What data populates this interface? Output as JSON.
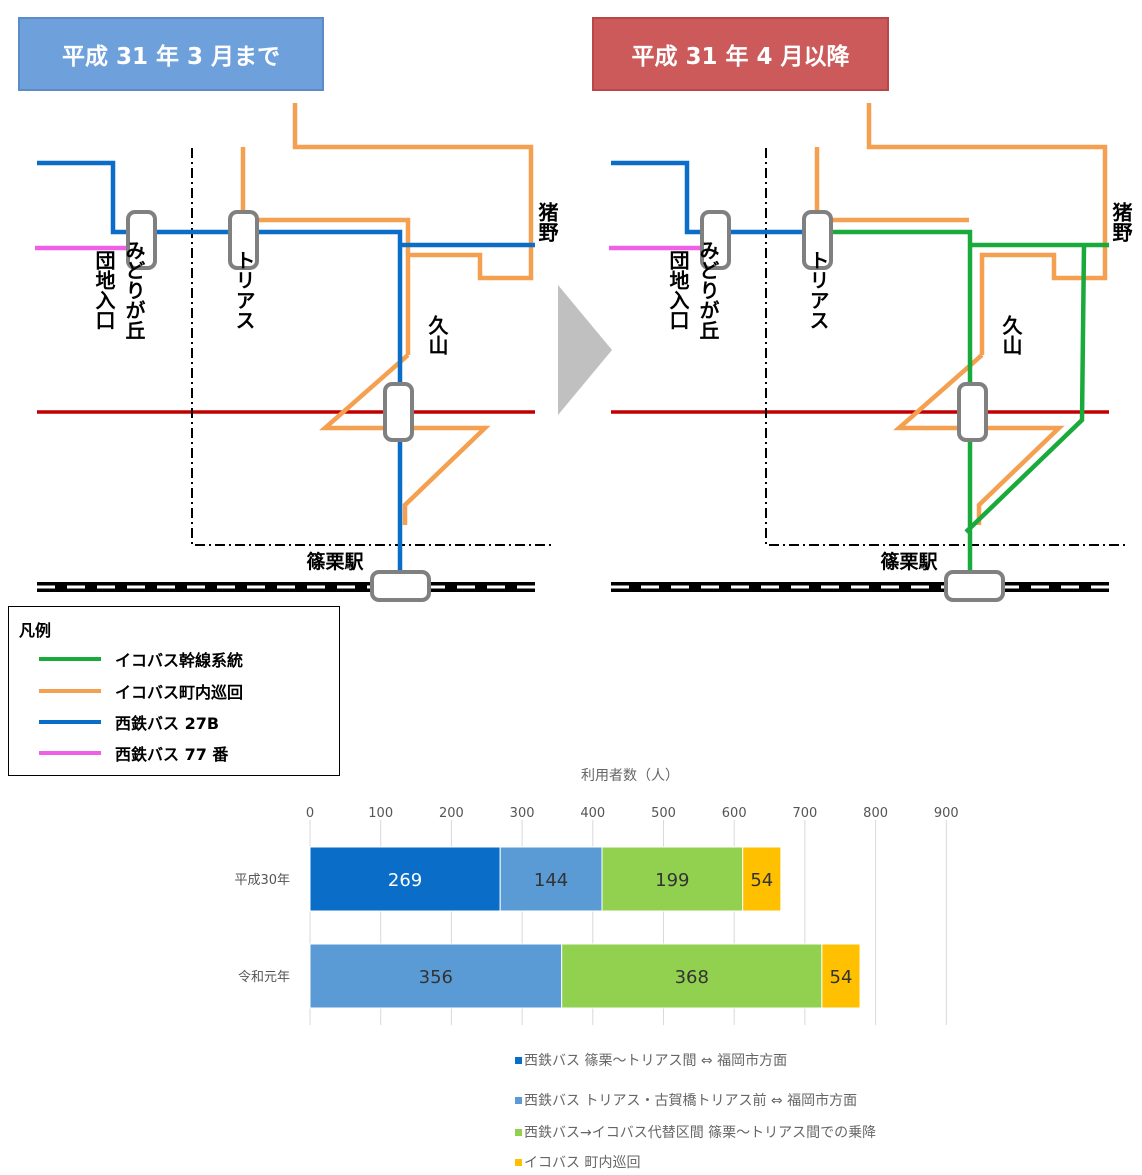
{
  "header_left": "平成 31 年 3 月まで",
  "header_right": "平成 31 年 4 月以降",
  "stops": {
    "midorigaoka": "みどりが丘",
    "danchi_iriguchi": "団地入口",
    "torias": "トリアス",
    "inono": "猪野",
    "kuyama": "久山",
    "sasaguri_station": "篠栗駅"
  },
  "colors": {
    "trunk": "#1aaa3c",
    "circulation": "#f5a050",
    "nishitetsu_27b": "#0a6ec8",
    "nishitetsu_77": "#f060e6",
    "road": "#c00000",
    "header_left": "#6ea0dc",
    "header_right": "#cd5a5a"
  },
  "legend": {
    "title": "凡例",
    "items": [
      {
        "label": "イコバス幹線系統",
        "color": "#1aaa3c"
      },
      {
        "label": "イコバス町内巡回",
        "color": "#f5a050"
      },
      {
        "label": "西鉄バス 27B",
        "color": "#0a6ec8"
      },
      {
        "label": "西鉄バス 77 番",
        "color": "#f060e6"
      }
    ]
  },
  "chart_data": {
    "type": "bar",
    "orientation": "horizontal",
    "stacked": true,
    "title": "利用者数（人）",
    "xlim": [
      0,
      900
    ],
    "xticks": [
      0,
      100,
      200,
      300,
      400,
      500,
      600,
      700,
      800,
      900
    ],
    "categories": [
      "平成30年",
      "令和元年"
    ],
    "series": [
      {
        "name": "西鉄バス 篠栗～トリアス間 ⇔ 福岡市方面",
        "color": "#0a6ec8",
        "values": [
          269,
          0
        ]
      },
      {
        "name": "西鉄バス トリアス・古賀橋トリアス前 ⇔ 福岡市方面",
        "color": "#5b9bd5",
        "values": [
          144,
          356
        ]
      },
      {
        "name": "西鉄バス→イコバス代替区間 篠栗～トリアス間での乗降",
        "color": "#92d050",
        "values": [
          199,
          368
        ]
      },
      {
        "name": "イコバス 町内巡回",
        "color": "#ffc000",
        "values": [
          54,
          54
        ]
      }
    ],
    "legend_position": "bottom",
    "grid": true
  }
}
